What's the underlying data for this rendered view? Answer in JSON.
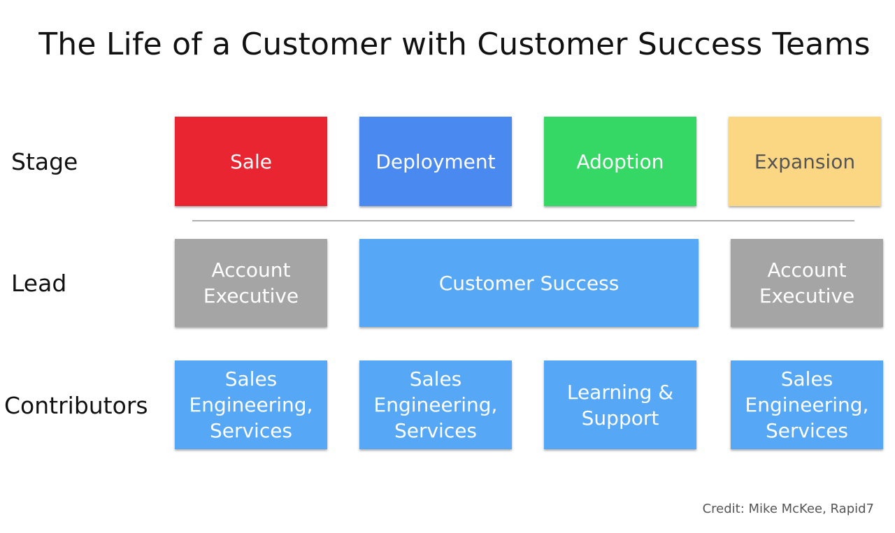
{
  "title": "The Life of a Customer with Customer Success Teams",
  "rows": {
    "stage": "Stage",
    "lead": "Lead",
    "contributors": "Contributors"
  },
  "stages": [
    {
      "label": "Sale",
      "color": "#ea2532"
    },
    {
      "label": "Deployment",
      "color": "#4a89ef"
    },
    {
      "label": "Adoption",
      "color": "#36d865"
    },
    {
      "label": "Expansion",
      "color": "#fbd683"
    }
  ],
  "leads": [
    {
      "label": "Account Executive",
      "color": "#a5a5a5"
    },
    {
      "label": "Customer Success",
      "color": "#56a8f6"
    },
    {
      "label": "Account Executive",
      "color": "#a5a5a5"
    }
  ],
  "contributors": [
    {
      "label": "Sales Engineering, Services",
      "color": "#56a8f6"
    },
    {
      "label": "Sales Engineering, Services",
      "color": "#56a8f6"
    },
    {
      "label": "Learning & Support",
      "color": "#56a8f6"
    },
    {
      "label": "Sales Engineering, Services",
      "color": "#56a8f6"
    }
  ],
  "credit": "Credit: Mike McKee, Rapid7"
}
